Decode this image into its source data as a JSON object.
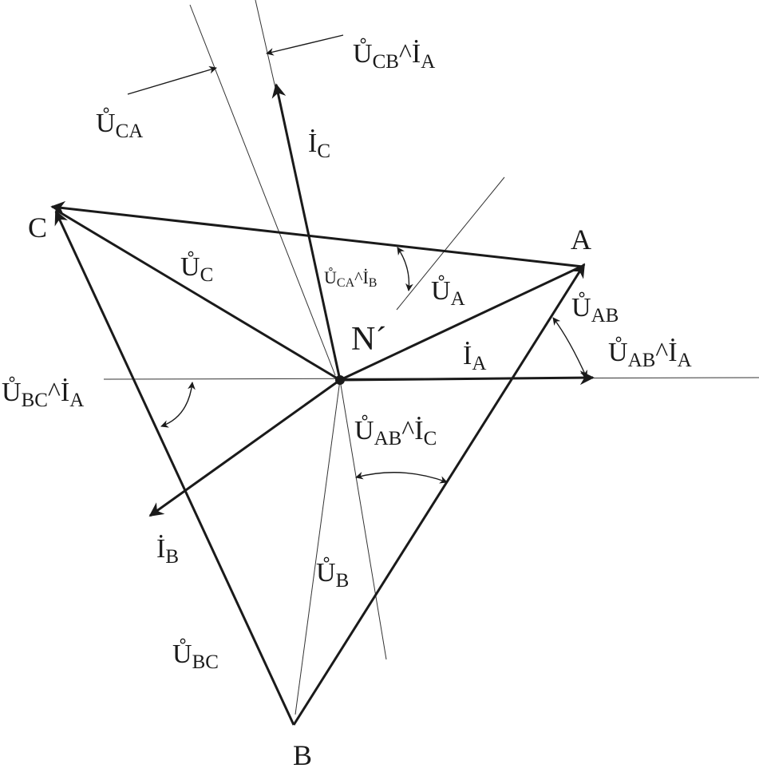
{
  "diagram": {
    "vertices": {
      "A": "A",
      "B": "B",
      "C": "C",
      "N": "N´"
    },
    "labels": {
      "U": "Ů",
      "I": "İ",
      "sub_A": "A",
      "sub_B": "B",
      "sub_C": "C",
      "sub_AB": "AB",
      "sub_BC": "BC",
      "sub_CA": "CA",
      "sub_CB": "CB",
      "caret": "^"
    }
  }
}
